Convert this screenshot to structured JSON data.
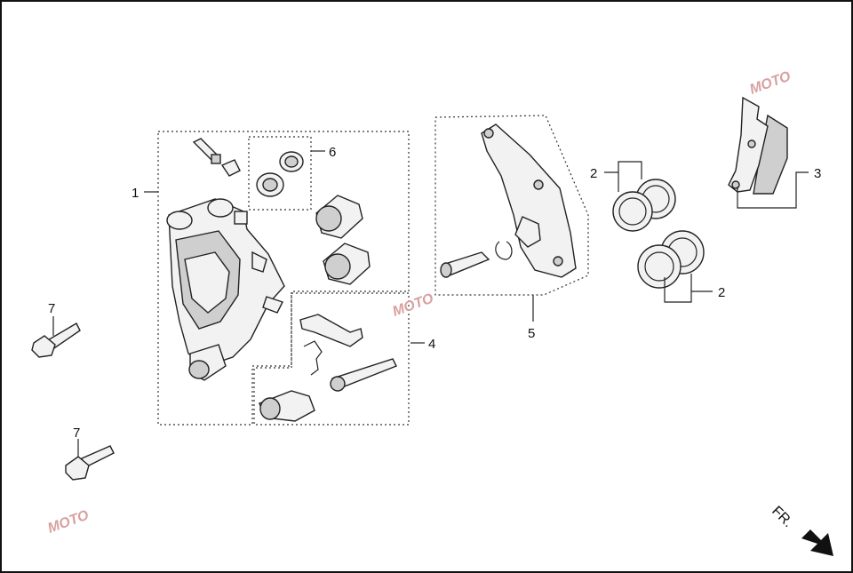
{
  "diagram": {
    "callouts": [
      "1",
      "2",
      "2",
      "3",
      "4",
      "5",
      "6",
      "7",
      "7"
    ],
    "direction_label": "FR.",
    "watermark_text": "MOTO",
    "colors": {
      "line": "#222222",
      "watermark": "#d9a0a0",
      "background": "#ffffff"
    },
    "icons": [
      "arrow-down-right-icon"
    ]
  }
}
